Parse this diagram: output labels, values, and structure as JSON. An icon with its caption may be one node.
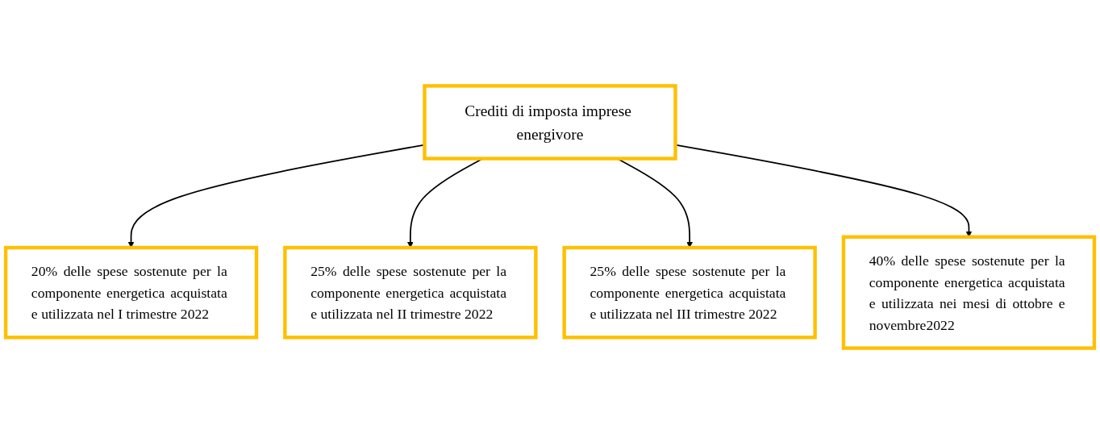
{
  "diagram": {
    "nodes": [
      {
        "text": [
          "Crediti di imposta imprese energivore"
        ]
      },
      {
        "text": [
          "20% delle spese sostenute per la componente energetica acquistata e utilizzata nel I trimestre 2022"
        ]
      },
      {
        "text": [
          "25% delle spese sostenute per la componente energetica acquistata e utilizzata nel II trimestre 2022"
        ]
      },
      {
        "text": [
          "25% delle spese sostenute per la componente energetica acquistata e utilizzata nel III trimestre 2022"
        ]
      },
      {
        "text": [
          "40% delle spese sostenute per la componente energetica acquistata e utilizzata nei mesi di ottobre e novembre2022"
        ]
      }
    ],
    "edges": [
      {
        "from": 0,
        "to": 1,
        "arrow": "to"
      },
      {
        "from": 0,
        "to": 2,
        "arrow": "to"
      },
      {
        "from": 0,
        "to": 3,
        "arrow": "to"
      },
      {
        "from": 0,
        "to": 4,
        "arrow": "to"
      }
    ]
  }
}
